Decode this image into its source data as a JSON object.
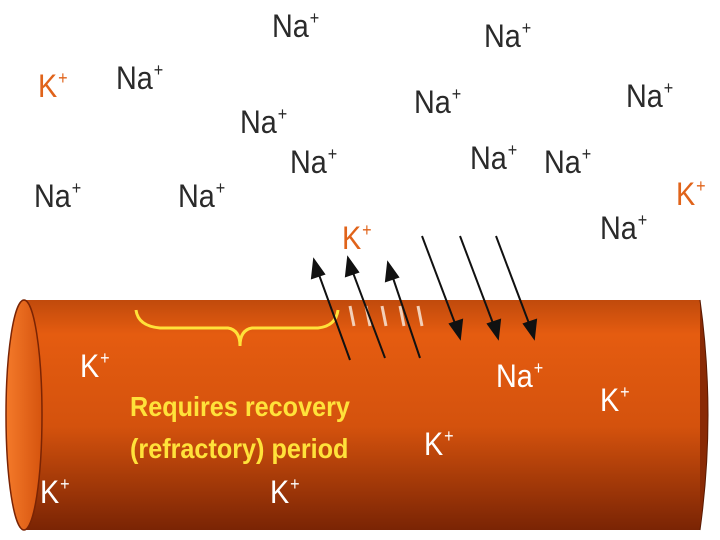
{
  "colors": {
    "axon_light": "#e0580f",
    "axon_dark": "#8a2a05",
    "axon_cap": "#f06a18",
    "arrow": "#111111",
    "brace": "#ffe23a",
    "caption": "#ffe23a",
    "ion_outside": "#2a2a2a",
    "k_outside": "#e0631a",
    "ion_inside": "#ffffff"
  },
  "ions": {
    "na": "Na",
    "k": "K",
    "charge": "+"
  },
  "caption": {
    "line1": "Requires recovery",
    "line2": "(refractory) period"
  }
}
